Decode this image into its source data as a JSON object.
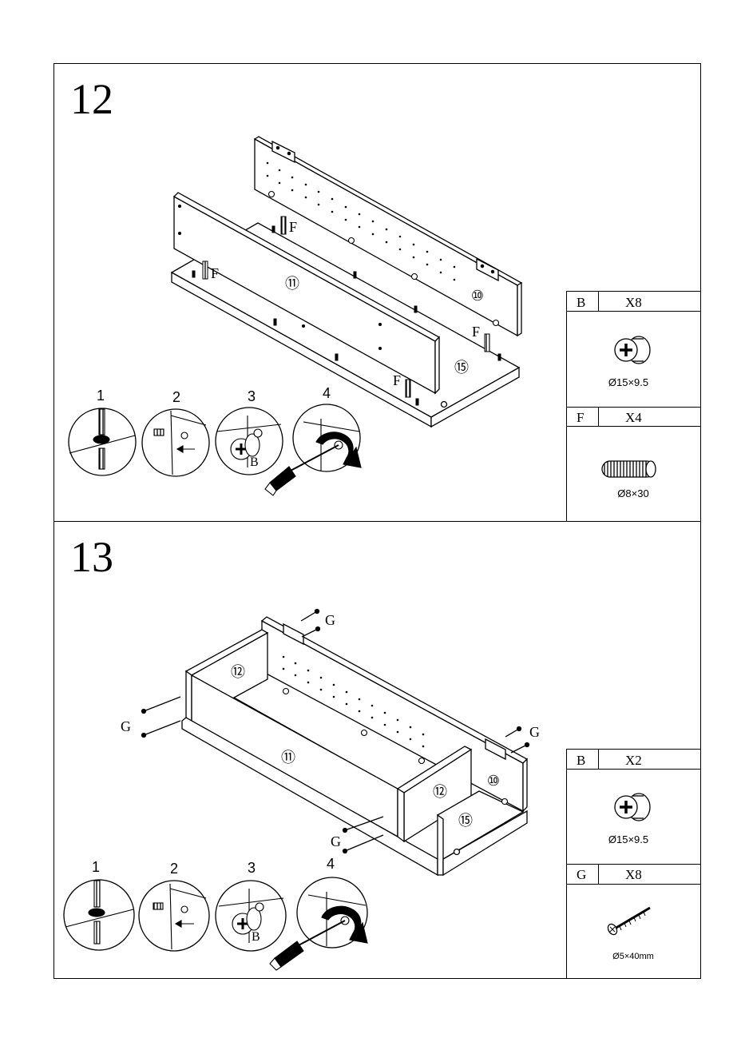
{
  "steps": [
    {
      "number": "12",
      "step_markers": [
        "1",
        "2",
        "3",
        "4"
      ],
      "insert_label": "B",
      "part_labels": [
        "⑪",
        "⑩",
        "⑮"
      ],
      "fastener_labels": [
        "F",
        "F",
        "F",
        "F"
      ],
      "parts_list": [
        {
          "code": "B",
          "qty": "X8",
          "size": "Ø15×9.5",
          "icon": "cam-lock-icon"
        },
        {
          "code": "F",
          "qty": "X4",
          "size": "Ø8×30",
          "icon": "wooden-dowel-icon"
        }
      ]
    },
    {
      "number": "13",
      "step_markers": [
        "1",
        "2",
        "3",
        "4"
      ],
      "insert_label": "B",
      "part_labels": [
        "⑫",
        "⑪",
        "⑫",
        "⑩",
        "⑮"
      ],
      "fastener_labels": [
        "G",
        "G",
        "G",
        "G"
      ],
      "parts_list": [
        {
          "code": "B",
          "qty": "X2",
          "size": "Ø15×9.5",
          "icon": "cam-lock-icon"
        },
        {
          "code": "G",
          "qty": "X8",
          "size": "Ø5×40mm",
          "icon": "screw-icon"
        }
      ]
    }
  ]
}
